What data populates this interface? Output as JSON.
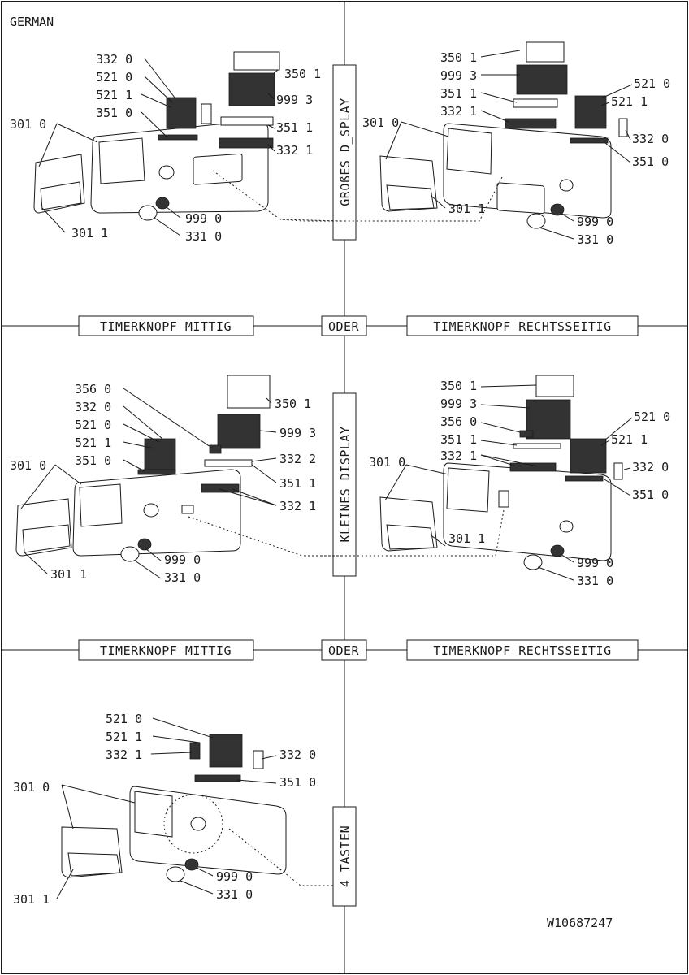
{
  "language": "GERMAN",
  "document_id": "W10687247",
  "separators": {
    "oder": "ODER",
    "timer_mittig": "TIMERKNOPF MITTIG",
    "timer_rechts": "TIMERKNOPF RECHTSSEITIG"
  },
  "variants": {
    "gross": "GROßES D_SPLAY",
    "klein": "KLEINES DISPLAY",
    "tasten": "4 TASTEN"
  },
  "parts": {
    "p301_0": "301 0",
    "p301_1": "301 1",
    "p331_0": "331 0",
    "p332_0": "332 0",
    "p332_1": "332 1",
    "p332_2": "332 2",
    "p350_1": "350 1",
    "p351_0": "351 0",
    "p351_1": "351 1",
    "p356_0": "356 0",
    "p521_0": "521 0",
    "p521_1": "521 1",
    "p999_0": "999 0",
    "p999_3": "999 3"
  }
}
